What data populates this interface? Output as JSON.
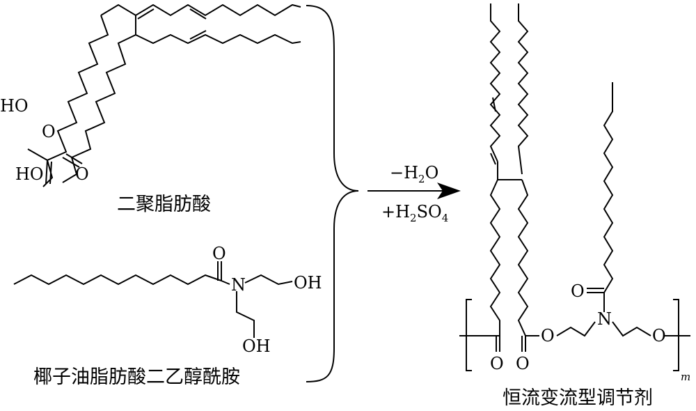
{
  "reactant_1": {
    "name": "二聚脂肪酸",
    "acid_group_1": "HO",
    "acid_group_2": "HO",
    "carbonyl_o_1": "O",
    "carbonyl_o_2": "O"
  },
  "reactant_2": {
    "name": "椰子油脂肪酸二乙醇酰胺",
    "carbonyl_o": "O",
    "nitrogen": "N",
    "hydroxyl_1": "OH",
    "hydroxyl_2": "OH"
  },
  "conditions": {
    "line_1": "−H",
    "line_1_sub": "2",
    "line_1_end": "O",
    "line_2": "+H",
    "line_2_sub": "2",
    "line_2_mid": "SO",
    "line_2_sub2": "4"
  },
  "product": {
    "name": "恒流变流型调节剂",
    "repeat_index": "m",
    "carbonyl_o_1": "O",
    "carbonyl_o_2": "O",
    "ester_o": "O",
    "nitrogen": "N",
    "amide_o": "O",
    "ether_o": "O"
  }
}
